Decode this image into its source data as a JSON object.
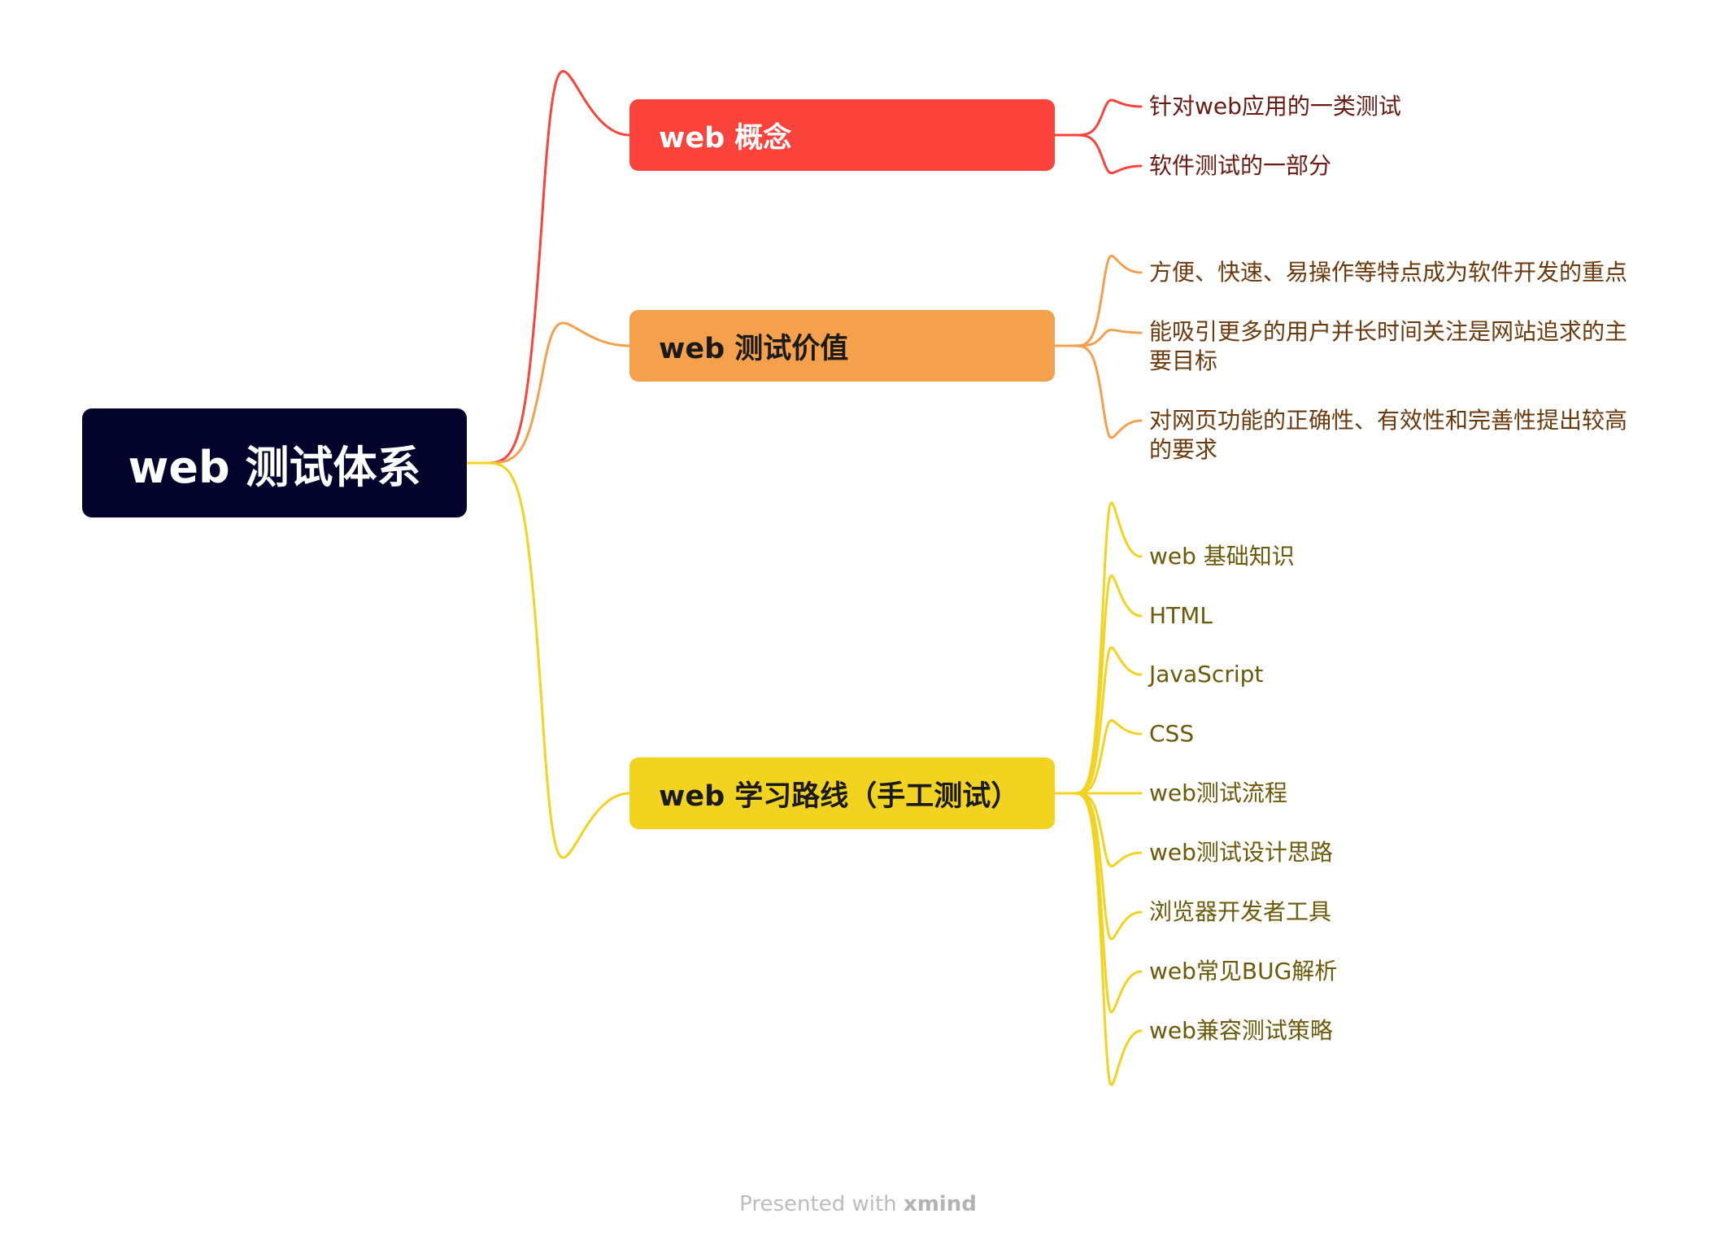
{
  "root": {
    "label": "web 测试体系",
    "color": "#03032b"
  },
  "branches": [
    {
      "id": "concept",
      "label": "web 概念",
      "color": "#fb433b",
      "text_color": "#ffffff",
      "leaf_text_color": "#6b1a12",
      "leaves": [
        "针对web应用的一类测试",
        "软件测试的一部分"
      ]
    },
    {
      "id": "value",
      "label": "web 测试价值",
      "color": "#f5a04c",
      "text_color": "#1a1a1a",
      "leaf_text_color": "#6b3a0c",
      "leaves": [
        "方便、快速、易操作等特点成为软件开发的重点",
        "能吸引更多的用户并长时间关注是网站追求的主要目标",
        "对网页功能的正确性、有效性和完善性提出较高的要求"
      ]
    },
    {
      "id": "roadmap",
      "label": "web 学习路线（手工测试）",
      "color": "#f2d420",
      "text_color": "#1a1a1a",
      "leaf_text_color": "#6b5a08",
      "leaves": [
        "web 基础知识",
        "HTML",
        "JavaScript",
        "CSS",
        "web测试流程",
        "web测试设计思路",
        "浏览器开发者工具",
        "web常见BUG解析",
        "web兼容测试策略"
      ]
    }
  ],
  "footer": {
    "prefix": "Presented with",
    "brand": "xmind"
  }
}
